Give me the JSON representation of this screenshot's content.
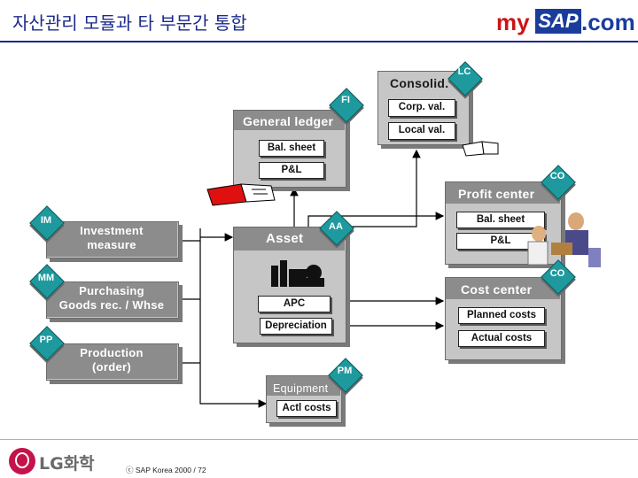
{
  "header": {
    "title": "자산관리 모듈과 타 부문간 통합",
    "logo_my": "my",
    "logo_sap": "SAP",
    "logo_com": ".com"
  },
  "diagram": {
    "general_ledger": {
      "title": "General ledger",
      "tag": "FI",
      "items": [
        "Bal. sheet",
        "P&L"
      ]
    },
    "consolid": {
      "title": "Consolid.",
      "tag": "LC",
      "items": [
        "Corp. val.",
        "Local val."
      ]
    },
    "profit_center": {
      "title": "Profit center",
      "tag": "CO",
      "items": [
        "Bal. sheet",
        "P&L"
      ]
    },
    "cost_center": {
      "title": "Cost center",
      "tag": "CO",
      "items": [
        "Planned costs",
        "Actual costs"
      ]
    },
    "asset": {
      "title": "Asset",
      "tag": "AA",
      "items": [
        "APC",
        "Depreciation"
      ]
    },
    "investment": {
      "title": "Investment\nmeasure",
      "tag": "IM"
    },
    "purchasing": {
      "title": "Purchasing\nGoods rec. / Whse",
      "tag": "MM"
    },
    "production": {
      "title": "Production\n(order)",
      "tag": "PP"
    },
    "equipment": {
      "title": "Equipment",
      "tag": "PM",
      "items": [
        "Actl costs"
      ]
    }
  },
  "footer": {
    "company": "LG화학",
    "copyright": "ⓒ SAP Korea 2000 / 72"
  },
  "colors": {
    "title": "#1c2a8c",
    "tag": "#1e9a9e",
    "panel": "#c6c6c6",
    "header_strip": "#8c8c8c",
    "book_red": "#e01010",
    "logo_red": "#cc1515",
    "logo_blue": "#1a3d9c"
  }
}
